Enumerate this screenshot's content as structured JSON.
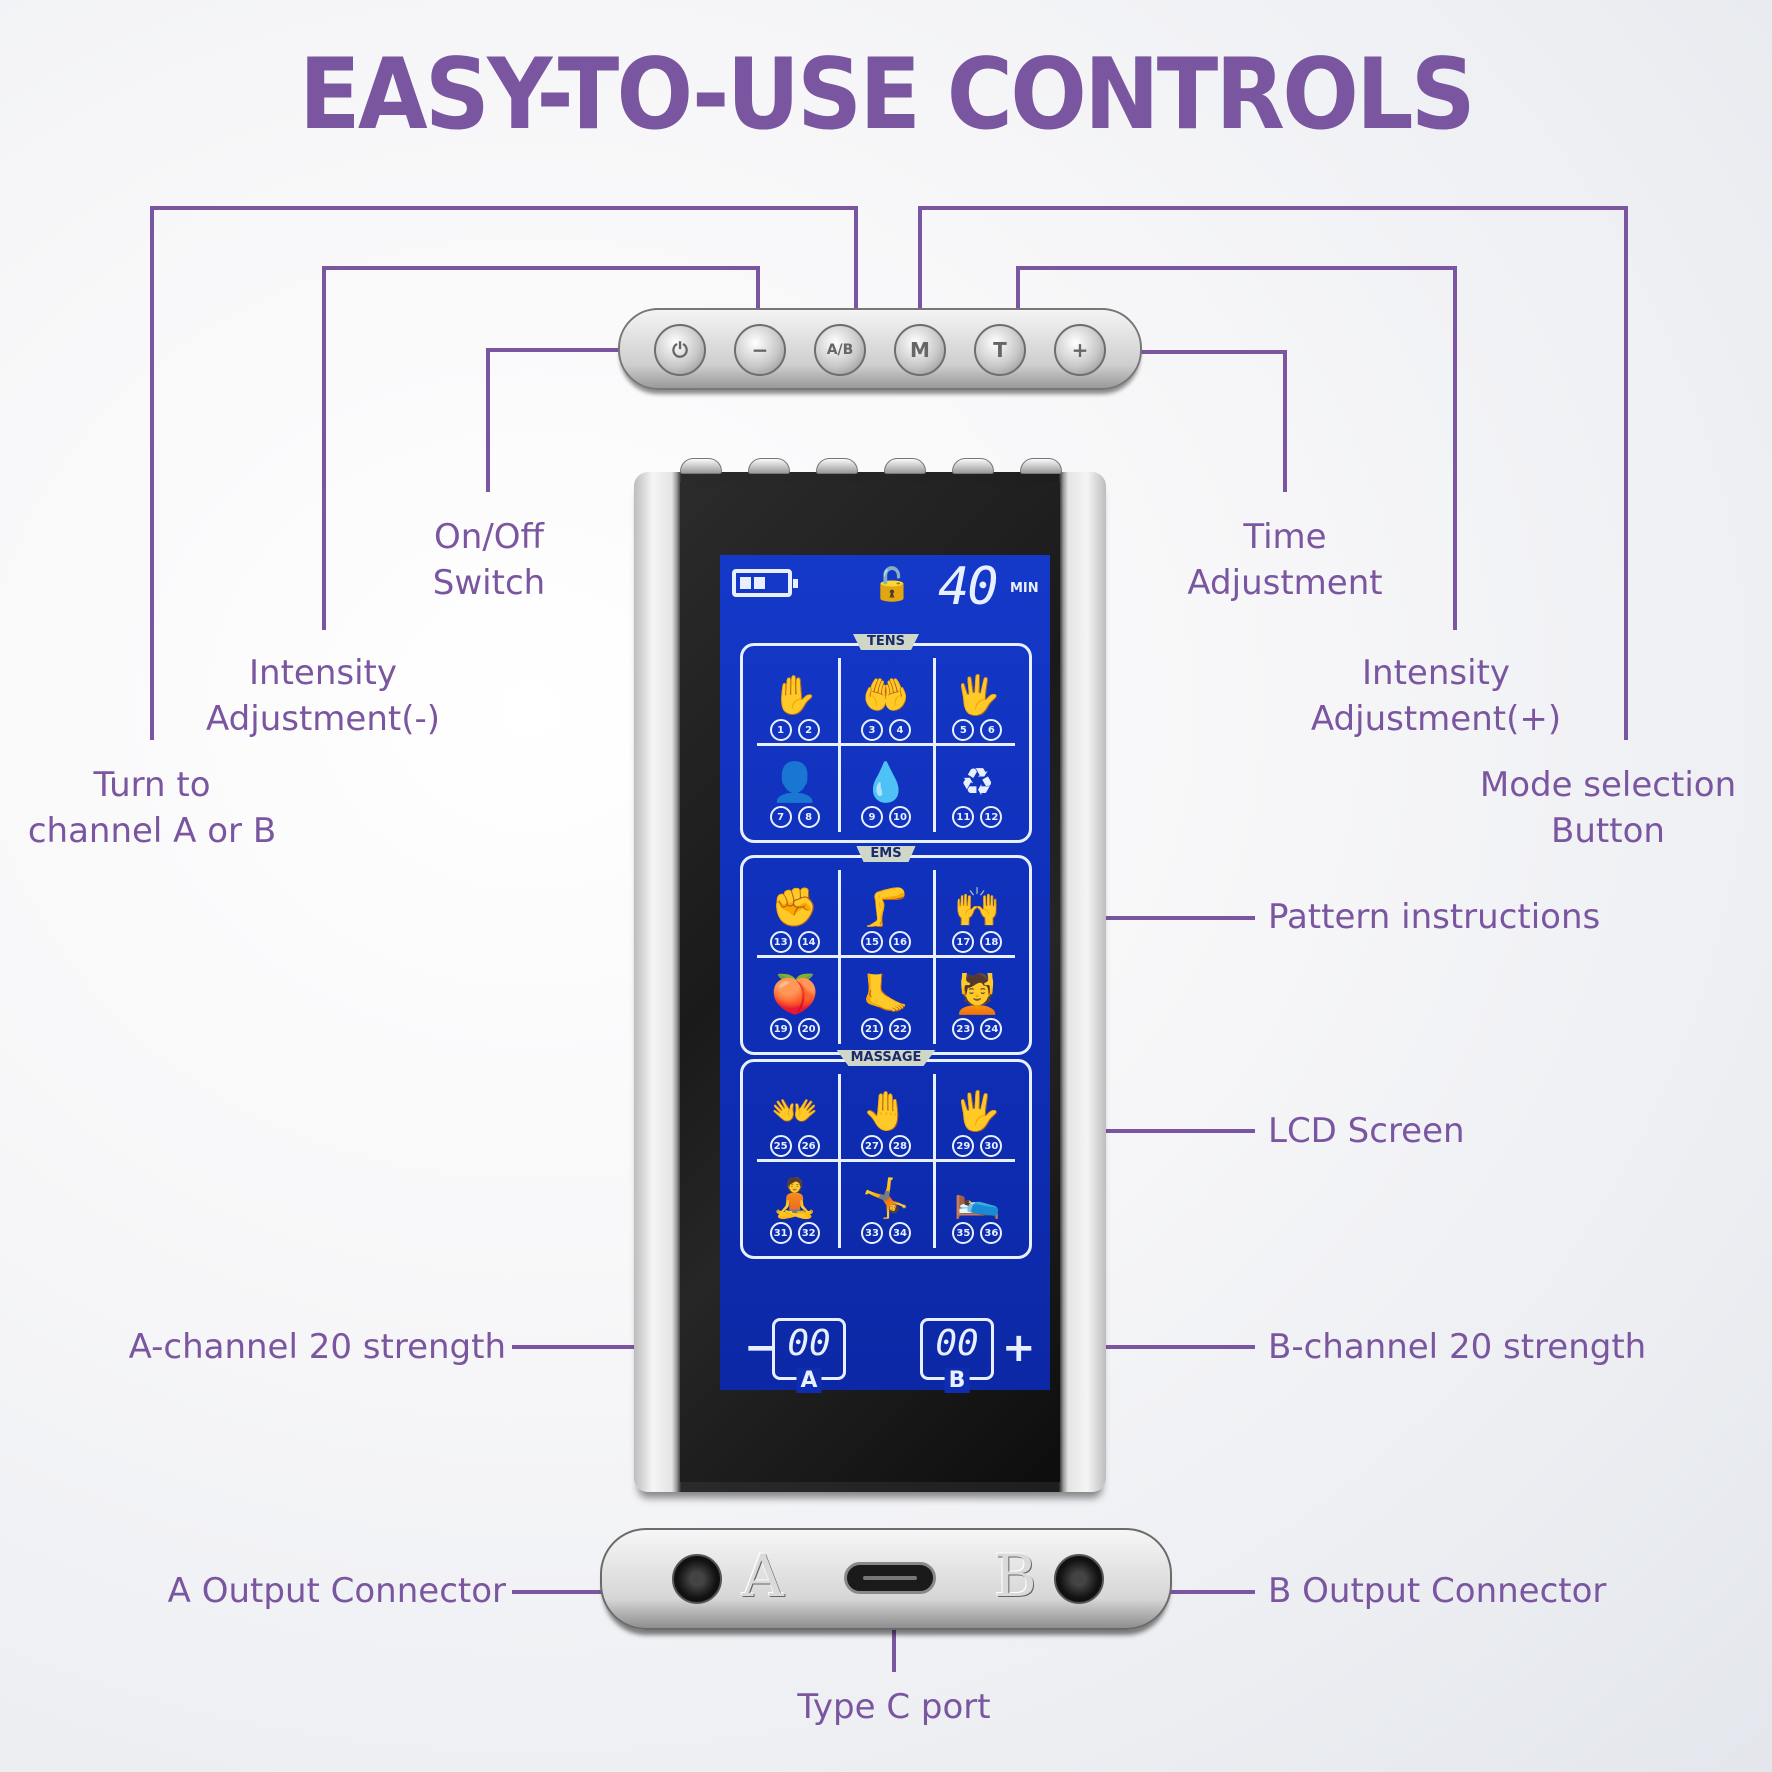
{
  "title": "EASY-TO-USE CONTROLS",
  "colors": {
    "accent": "#7b56a0",
    "lcd": "#1235c0",
    "lcd_text": "#e8f0ff"
  },
  "buttons": [
    {
      "name": "power",
      "icon": "power-icon",
      "glyph": "⏻"
    },
    {
      "name": "minus",
      "icon": "minus-icon",
      "glyph": "−"
    },
    {
      "name": "ab",
      "icon": "ab-switch-icon",
      "glyph": "A/B"
    },
    {
      "name": "mode",
      "icon": "mode-icon",
      "glyph": "M"
    },
    {
      "name": "time",
      "icon": "time-icon",
      "glyph": "T"
    },
    {
      "name": "plus",
      "icon": "plus-icon",
      "glyph": "+"
    }
  ],
  "labels": {
    "on_off": [
      "On/Off",
      "Switch"
    ],
    "intensity_minus": [
      "Intensity",
      "Adjustment(-)"
    ],
    "channel_ab": [
      "Turn to",
      "channel A or B"
    ],
    "time": [
      "Time",
      "Adjustment"
    ],
    "intensity_plus": [
      "Intensity",
      "Adjustment(+)"
    ],
    "mode_selection": [
      "Mode selection",
      "Button"
    ],
    "pattern_instructions": "Pattern instructions",
    "lcd_screen": "LCD Screen",
    "a_strength": "A-channel 20 strength",
    "b_strength": "B-channel 20 strength",
    "a_output": "A Output Connector",
    "b_output": "B Output Connector",
    "type_c": "Type C port"
  },
  "lcd": {
    "battery_bars": 2,
    "battery_capacity": 3,
    "lock_icon": "🔓",
    "timer_value": "40",
    "timer_unit": "MIN",
    "groups": [
      {
        "title": "TENS",
        "modes": [
          {
            "pic": "✋",
            "nums": [
              "1",
              "2"
            ]
          },
          {
            "pic": "🤲",
            "nums": [
              "3",
              "4"
            ]
          },
          {
            "pic": "🖐",
            "nums": [
              "5",
              "6"
            ]
          },
          {
            "pic": "👤",
            "nums": [
              "7",
              "8"
            ]
          },
          {
            "pic": "💧",
            "nums": [
              "9",
              "10"
            ]
          },
          {
            "pic": "♻",
            "nums": [
              "11",
              "12"
            ]
          }
        ]
      },
      {
        "title": "EMS",
        "modes": [
          {
            "pic": "✊",
            "nums": [
              "13",
              "14"
            ]
          },
          {
            "pic": "🦵",
            "nums": [
              "15",
              "16"
            ]
          },
          {
            "pic": "🙌",
            "nums": [
              "17",
              "18"
            ]
          },
          {
            "pic": "🍑",
            "nums": [
              "19",
              "20"
            ]
          },
          {
            "pic": "🦶",
            "nums": [
              "21",
              "22"
            ]
          },
          {
            "pic": "💆",
            "nums": [
              "23",
              "24"
            ]
          }
        ]
      },
      {
        "title": "MASSAGE",
        "modes": [
          {
            "pic": "👐",
            "nums": [
              "25",
              "26"
            ]
          },
          {
            "pic": "🤚",
            "nums": [
              "27",
              "28"
            ]
          },
          {
            "pic": "🖐",
            "nums": [
              "29",
              "30"
            ]
          },
          {
            "pic": "🧘",
            "nums": [
              "31",
              "32"
            ]
          },
          {
            "pic": "🤸",
            "nums": [
              "33",
              "34"
            ]
          },
          {
            "pic": "🛌",
            "nums": [
              "35",
              "36"
            ]
          }
        ]
      }
    ],
    "channel_a": {
      "value": "00",
      "letter": "A",
      "sign": "−"
    },
    "channel_b": {
      "value": "00",
      "letter": "B",
      "sign": "+"
    }
  },
  "connector_plate": {
    "left_letter": "A",
    "right_letter": "B"
  }
}
